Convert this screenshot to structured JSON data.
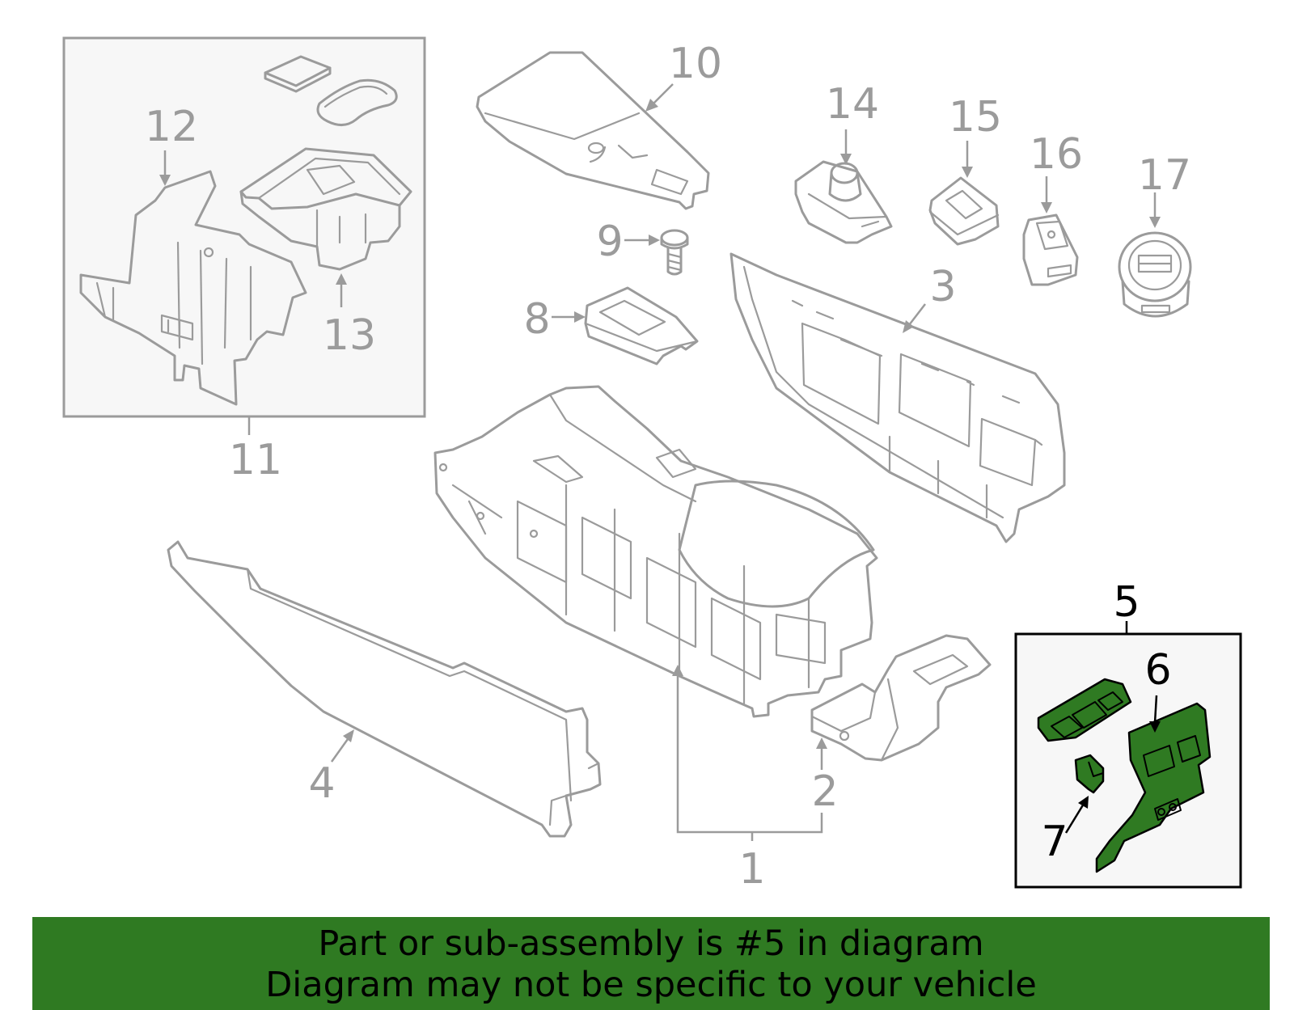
{
  "diagram": {
    "callouts": {
      "c1": "1",
      "c2": "2",
      "c3": "3",
      "c4": "4",
      "c5": "5",
      "c6": "6",
      "c7": "7",
      "c8": "8",
      "c9": "9",
      "c10": "10",
      "c11": "11",
      "c12": "12",
      "c13": "13",
      "c14": "14",
      "c15": "15",
      "c16": "16",
      "c17": "17"
    },
    "highlighted_callout": "5",
    "highlight_color": "#2f7a22",
    "line_color": "#9b9b9b"
  },
  "banner": {
    "line1": "Part or sub-assembly is #5 in diagram",
    "line2": "Diagram may not be specific to your vehicle",
    "background": "#2f7a22"
  }
}
